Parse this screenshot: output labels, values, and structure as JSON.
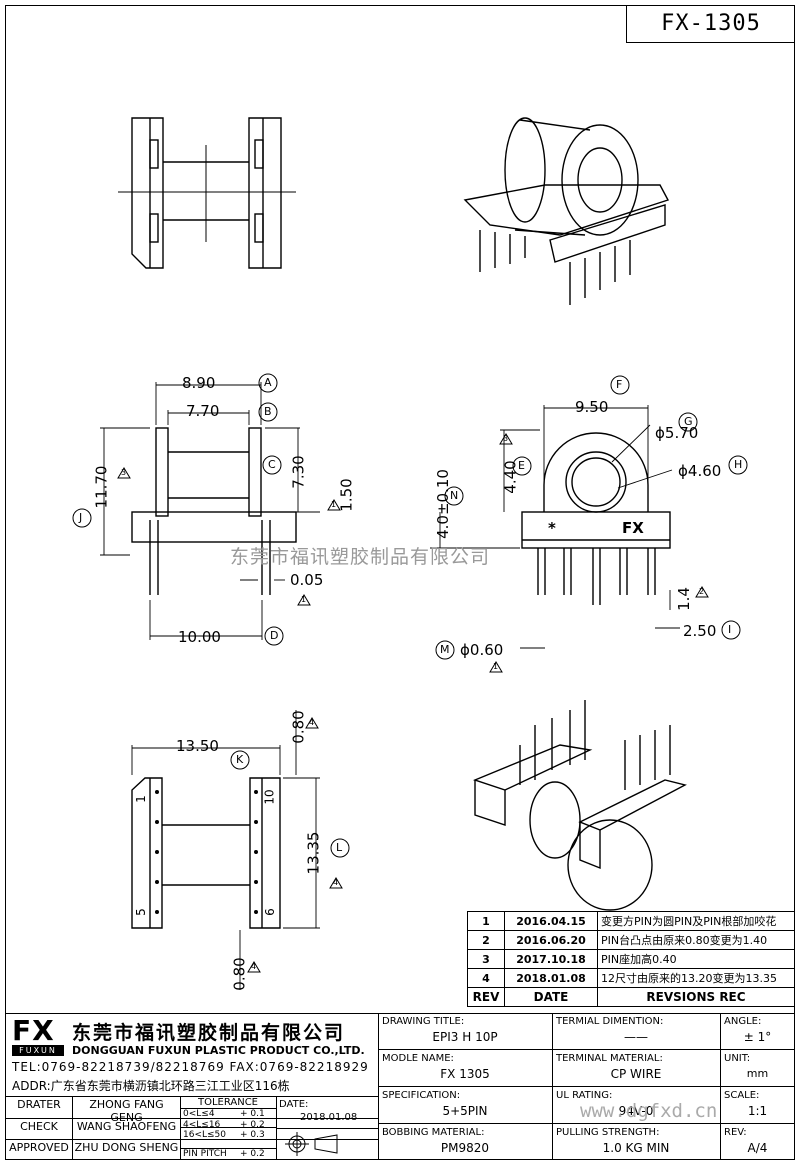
{
  "part_number": "FX-1305",
  "watermark": "东莞市福讯塑胶制品有限公司",
  "watermark_url": "www.dgfxd.cn",
  "dimensions": {
    "a": "8.90",
    "b": "7.70",
    "c": "7.30",
    "j": "11.70",
    "b150": "1.50",
    "p005": "0.05",
    "d": "10.00",
    "f": "9.50",
    "g": "5.70",
    "h": "4.60",
    "e": "4.40",
    "n": "4.0±0.10",
    "p14": "1.4",
    "i": "2.50",
    "m": "0.60",
    "k": "13.50",
    "l": "13.35",
    "top080": "0.80",
    "bot080": "0.80"
  },
  "callouts": [
    "A",
    "B",
    "C",
    "D",
    "E",
    "F",
    "G",
    "H",
    "I",
    "J",
    "K",
    "L",
    "M",
    "N"
  ],
  "revision_marks": [
    "1",
    "2",
    "3",
    "4"
  ],
  "pin_labels": {
    "p1": "1",
    "p5": "5",
    "p10": "10",
    "p6": "6",
    "star": "*",
    "fx": "FX"
  },
  "revisions": [
    {
      "rev": "1",
      "date": "2016.04.15",
      "text": "变更方PIN为圆PIN及PIN根部加咬花"
    },
    {
      "rev": "2",
      "date": "2016.06.20",
      "text": "PIN台凸点由原来0.80变更为1.40"
    },
    {
      "rev": "3",
      "date": "2017.10.18",
      "text": "PIN座加高0.40"
    },
    {
      "rev": "4",
      "date": "2018.01.08",
      "text": "12尺寸由原来的13.20变更为13.35"
    }
  ],
  "revision_header": {
    "rev": "REV",
    "date": "DATE",
    "text": "REVSIONS REC"
  },
  "company": {
    "logo": "FX",
    "logo_sub": "FUXUN",
    "name_cn": "东莞市福讯塑胶制品有限公司",
    "name_en": "DONGGUAN FUXUN PLASTIC PRODUCT CO.,LTD.",
    "tel": "TEL:0769-82218739/82218769 FAX:0769-82218929",
    "addr": "ADDR:广东省东莞市横沥镇北环路三江工业区116栋"
  },
  "signoff": [
    {
      "role": "DRATER",
      "name": "ZHONG FANG GENG"
    },
    {
      "role": "CHECK",
      "name": "WANG SHAOFENG"
    },
    {
      "role": "APPROVED",
      "name": "ZHU DONG SHENG"
    }
  ],
  "tolerance": {
    "title": "TOLERANCE",
    "rows": [
      {
        "range": "0<L≤4",
        "tol": "+ 0.1"
      },
      {
        "range": "4<L≤16",
        "tol": "+ 0.2"
      },
      {
        "range": "16<L≤50",
        "tol": "+ 0.3"
      },
      {
        "range": "PIN PITCH",
        "tol": "+ 0.2"
      }
    ]
  },
  "date": {
    "label": "DATE:",
    "value": "2018.01.08"
  },
  "fields": {
    "drawing_title": {
      "label": "DRAWING TITLE:",
      "value": "EPI3 H 10P"
    },
    "terminal_dimension": {
      "label": "TERMIAL DIMENTION:",
      "value": "——"
    },
    "angle": {
      "label": "ANGLE:",
      "value": "± 1°"
    },
    "model_name": {
      "label": "MODLE NAME:",
      "value": "FX 1305"
    },
    "terminal_material": {
      "label": "TERMINAL MATERIAL:",
      "value": "CP WIRE"
    },
    "unit": {
      "label": "UNIT:",
      "value": "mm"
    },
    "specification": {
      "label": "SPECIFICATION:",
      "value": "5+5PIN"
    },
    "ul_rating": {
      "label": "UL RATING:",
      "value": "94V-0"
    },
    "scale": {
      "label": "SCALE:",
      "value": "1:1"
    },
    "bobbin_material": {
      "label": "BOBBING MATERIAL:",
      "value": "PM9820"
    },
    "pulling_strength": {
      "label": "PULLING STRENGTH:",
      "value": "1.0 KG MIN"
    },
    "rev": {
      "label": "REV:",
      "value": "A/4"
    }
  }
}
